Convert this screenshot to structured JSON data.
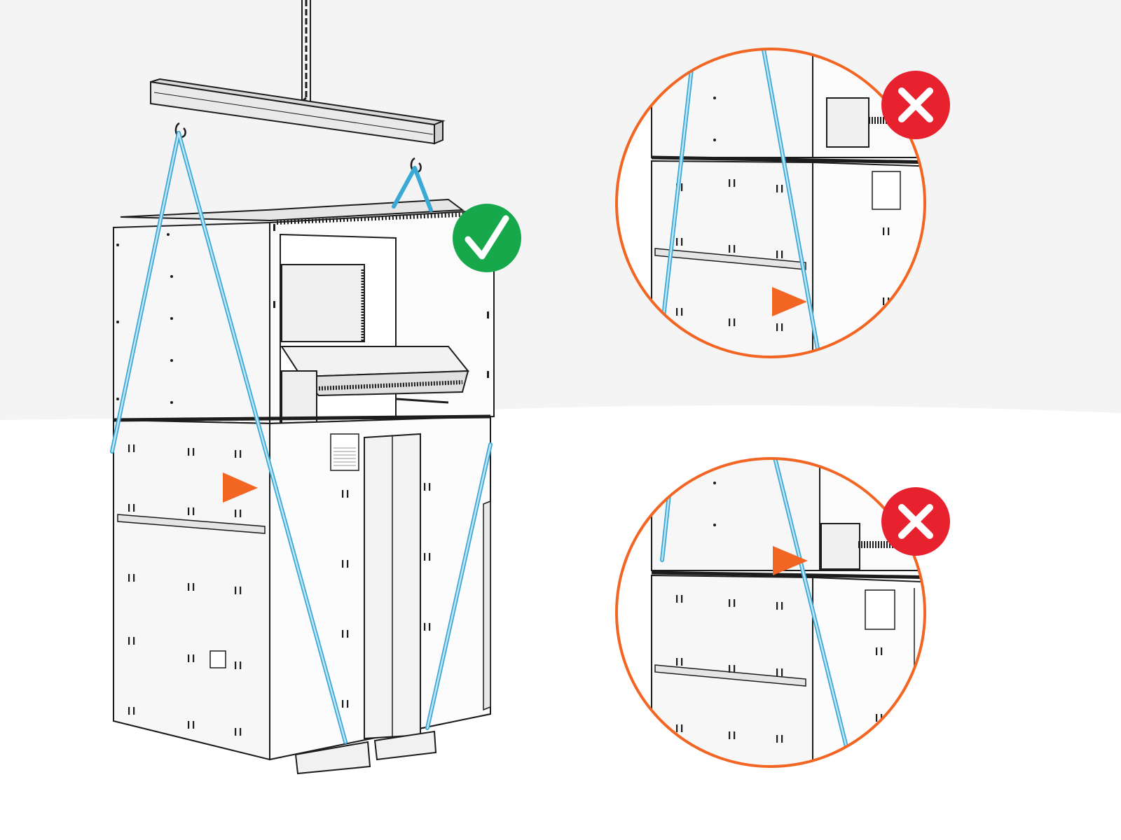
{
  "diagram": {
    "subject": "lifting-instructions-for-cabinet",
    "main_view": {
      "status": "correct",
      "status_icon": "check-mark-icon",
      "pointer_icon": "orange-triangle-pointer-icon",
      "labels_on_panels": []
    },
    "detail_views": [
      {
        "status": "incorrect",
        "status_icon": "x-mark-icon",
        "pointer_icon": "orange-triangle-pointer-icon"
      },
      {
        "status": "incorrect",
        "status_icon": "x-mark-icon",
        "pointer_icon": "orange-triangle-pointer-icon"
      }
    ]
  },
  "colors": {
    "background_top": "#f4f4f4",
    "background_bottom": "#ffffff",
    "strap": "#3aa9d6",
    "strap_light": "#bfe4f3",
    "correct_badge": "#16a84b",
    "incorrect_badge": "#e8212e",
    "pointer": "#f26522",
    "detail_ring": "#f26522",
    "outline": "#1c1c1c",
    "panel_fill": "#f7f7f7"
  }
}
